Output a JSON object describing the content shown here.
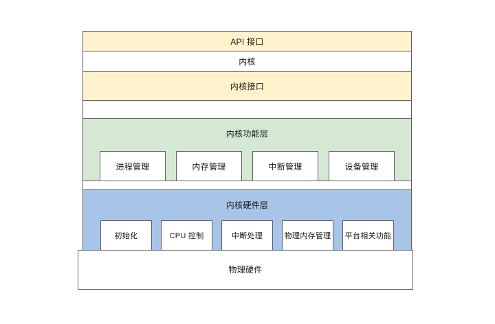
{
  "diagram_title": "kernel-architecture-layers",
  "layers": {
    "api": {
      "label": "API 接口"
    },
    "kernel": {
      "label": "内核"
    },
    "kernel_interface": {
      "label": "内核接口"
    },
    "function_layer": {
      "label": "内核功能层",
      "modules": [
        "进程管理",
        "内存管理",
        "中断管理",
        "设备管理"
      ]
    },
    "hardware_layer": {
      "label": "内核硬件层",
      "modules": [
        "初始化",
        "CPU 控制",
        "中断处理",
        "物理内存管理",
        "平台相关功能"
      ]
    },
    "physical_hardware": {
      "label": "物理硬件"
    }
  },
  "colors": {
    "api_layer_fill": "#fff2cc",
    "kernel_interface_fill": "#fff2cc",
    "function_layer_fill": "#d5e8d4",
    "hardware_layer_fill": "#a9c4e9",
    "module_fill": "#ffffff",
    "border": "#5f5f5f",
    "text": "#161616",
    "background": "#ffffff"
  }
}
